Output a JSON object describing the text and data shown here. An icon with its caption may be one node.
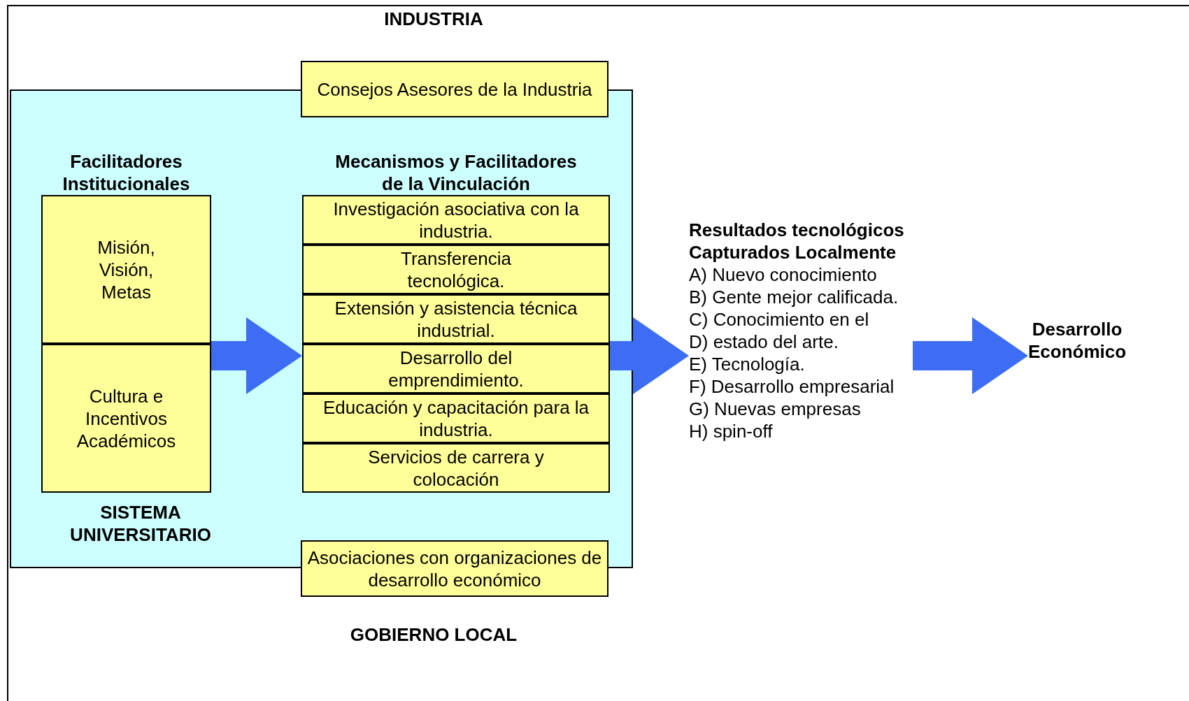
{
  "diagram": {
    "nodes": [
      {
        "text": [
          "SISTEMA UNIVERSITARIO"
        ]
      },
      {
        "text": [
          "Consejos Asesores de la Industria"
        ]
      },
      {
        "text": [
          "Facilitadores Institucionales"
        ],
        "in": 0
      },
      {
        "text": [
          "Misión, Visión, Metas"
        ],
        "in": 2
      },
      {
        "text": [
          "Cultura e Incentivos Académicos"
        ],
        "in": 2
      },
      {
        "text": [
          "Mecanismos y Facilitadores de la Vinculación"
        ],
        "in": 0
      },
      {
        "text": [
          "Investigación asociativa con la industria."
        ],
        "in": 5
      },
      {
        "text": [
          "Transferencia tecnológica."
        ],
        "in": 5
      },
      {
        "text": [
          "Extensión y asistencia técnica industrial."
        ],
        "in": 5
      },
      {
        "text": [
          "Desarrollo del emprendimiento."
        ],
        "in": 5
      },
      {
        "text": [
          "Educación y capacitación para la industria."
        ],
        "in": 5
      },
      {
        "text": [
          "Servicios de carrera y colocación"
        ],
        "in": 5
      },
      {
        "text": [
          "Asociaciones con organizaciones de desarrollo económico"
        ]
      },
      {
        "text": [
          "Resultados tecnológicos Capturados Localmente",
          "A) Nuevo conocimiento",
          "B) Gente mejor calificada.",
          "C) Conocimiento en el",
          "D) estado del arte.",
          "E) Tecnología.",
          "F) Desarrollo empresarial",
          "G) Nuevas empresas",
          "H) spin-off"
        ]
      },
      {
        "text": [
          "Desarrollo Económico"
        ]
      }
    ],
    "edges": [
      {
        "from": 2,
        "to": 5,
        "arrow": "to"
      },
      {
        "from": 5,
        "to": 13,
        "arrow": "to"
      },
      {
        "from": 13,
        "to": 14,
        "arrow": "to"
      }
    ],
    "labels": [
      "INDUSTRIA",
      "GOBIERNO LOCAL"
    ]
  }
}
